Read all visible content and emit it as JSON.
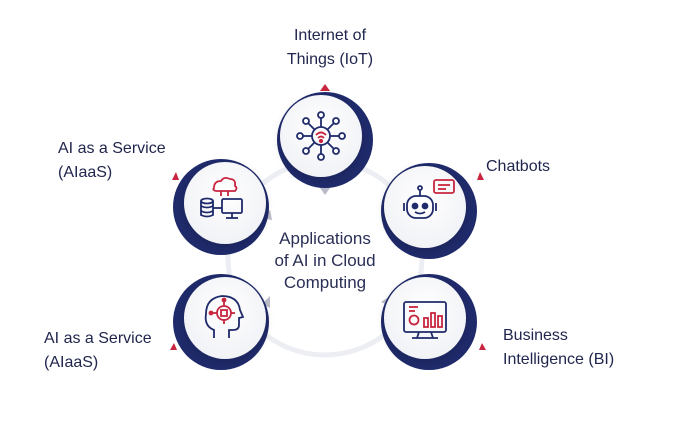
{
  "center": {
    "title_lines": [
      "Applications",
      "of AI in Cloud",
      "Computing"
    ]
  },
  "nodes": {
    "iot": {
      "lines": [
        "Internet of",
        "Things (IoT)"
      ]
    },
    "chatbots": {
      "lines": [
        "Chatbots"
      ]
    },
    "aiaas_top": {
      "lines": [
        "AI as a Service",
        "(AIaaS)"
      ]
    },
    "aiaas_bottom": {
      "lines": [
        "AI as a Service",
        "(AIaaS)"
      ]
    },
    "bi": {
      "lines": [
        "Business",
        "Intelligence (BI)"
      ]
    }
  },
  "colors": {
    "navy": "#1f2a6b",
    "accent_red": "#c8263f",
    "ring": "#e9ebf1",
    "text": "#22284a"
  },
  "icons": {
    "iot": "network-wifi-hub-icon",
    "chatbots": "robot-chat-icon",
    "aiaas_top": "cloud-database-computer-icon",
    "aiaas_bottom": "ai-brain-head-icon",
    "bi": "analytics-monitor-icon"
  }
}
